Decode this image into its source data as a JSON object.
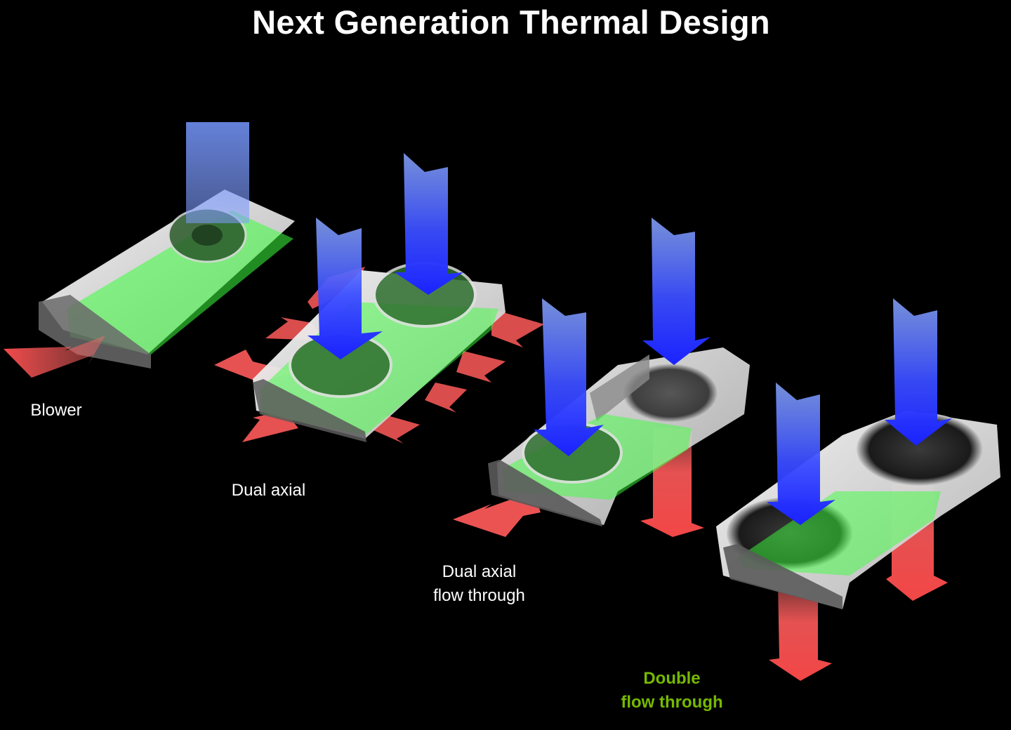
{
  "title": "Next Generation Thermal Design",
  "designs": [
    {
      "id": "blower",
      "lines": [
        "Blower"
      ]
    },
    {
      "id": "dual-axial",
      "lines": [
        "Dual axial"
      ]
    },
    {
      "id": "dual-axial-flow-through",
      "lines": [
        "Dual axial",
        "flow through"
      ]
    },
    {
      "id": "double-flow-through",
      "lines": [
        "Double",
        "flow through"
      ]
    }
  ],
  "colors": {
    "background": "#000000",
    "intake_arrow": "#2a38ff",
    "exhaust_arrow": "#ff5a5a",
    "pcb_highlight": "#3cff3c",
    "shroud": "#e8e8e8",
    "highlight_label": "#76b900"
  }
}
